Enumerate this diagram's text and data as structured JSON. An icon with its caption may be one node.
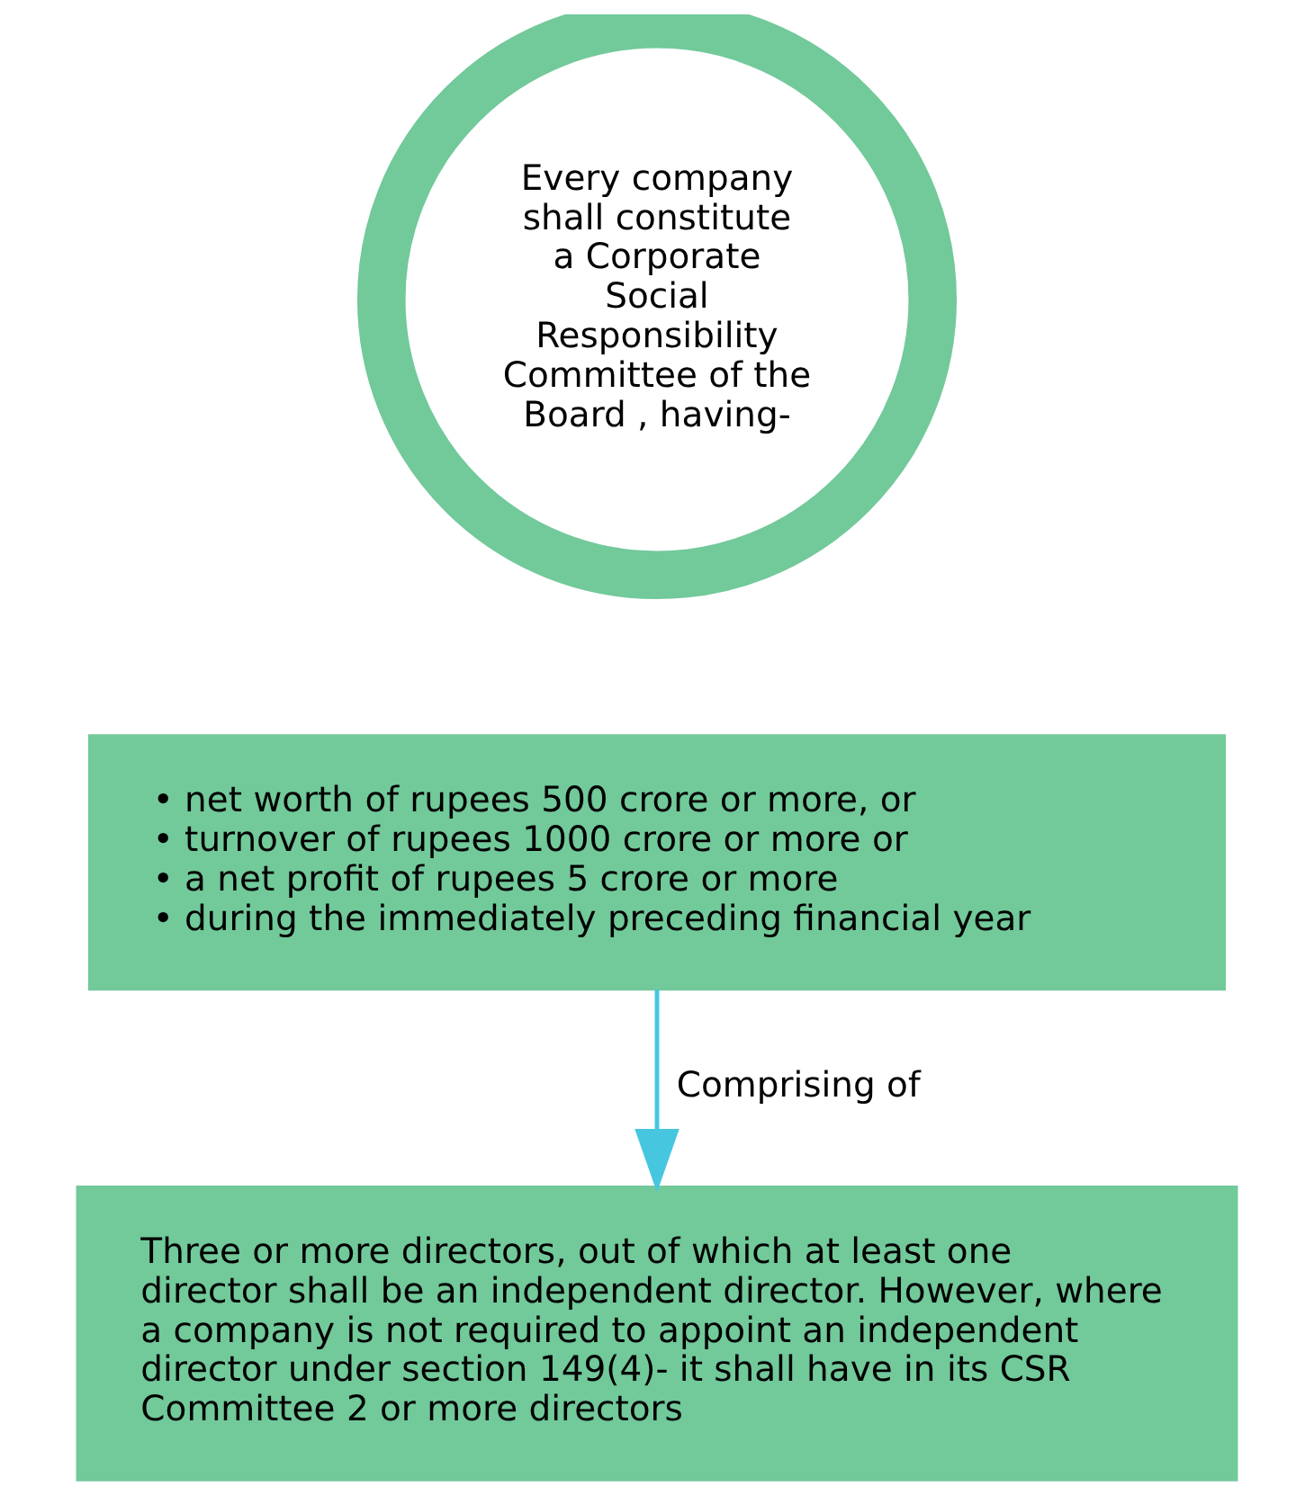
{
  "diagram": {
    "nodes": [
      {
        "text": [
          "Every company shall constitute a Corporate Social Responsibility Committee of the Board , having-"
        ]
      },
      {
        "text": [
          "• net worth of rupees 500 crore or more, or",
          "• turnover of rupees 1000 crore or more or",
          "• a net profit of rupees 5 crore or more",
          "• during the immediately preceding financial year"
        ]
      },
      {
        "text": [
          "Three or more directors, out of which at least one director shall be an independent director. However, where a company is not required to appoint an independent director under section 149(4)- it shall have in its CSR Committee 2 or more directors"
        ]
      }
    ],
    "edges": [
      {
        "from": 1,
        "to": 2,
        "arrow": "to",
        "label": "Comprising of",
        "color": "#46c6df"
      }
    ]
  }
}
